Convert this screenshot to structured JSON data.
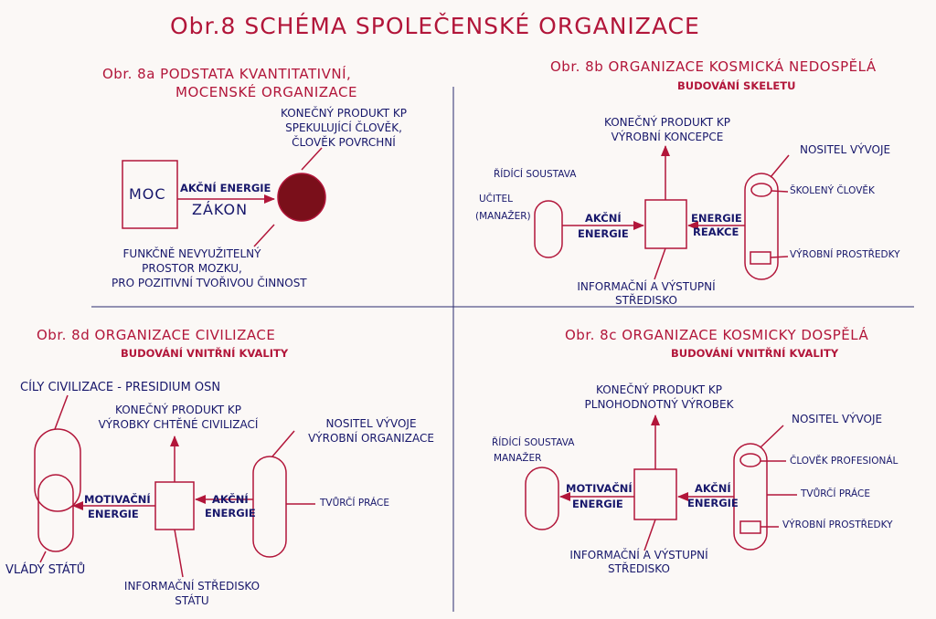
{
  "title": "Obr.8 SCHÉMA SPOLEČENSKÉ ORGANIZACE",
  "colors": {
    "accent_red": "#b2163a",
    "text_blue": "#17176b",
    "divider": "#2a2a6e",
    "dark_circle": "#7a0f1a"
  },
  "panel_a": {
    "heading_line1": "Obr. 8a PODSTATA KVANTITATIVNÍ,",
    "heading_line2": "MOCENSKÉ ORGANIZACE",
    "box_label": "MOC",
    "arrow_label": "AKČNÍ ENERGIE",
    "arrow_sublabel": "ZÁKON",
    "product_line1": "KONEČNÝ PRODUKT KP",
    "product_line2": "SPEKULUJÍCÍ ČLOVĚK,",
    "product_line3": "ČLOVĚK POVRCHNÍ",
    "note_line1": "FUNKČNĚ NEVYUŽITELNÝ",
    "note_line2": "PROSTOR MOZKU,",
    "note_line3": "PRO POZITIVNÍ TVOŘIVOU ČINNOST"
  },
  "panel_b": {
    "heading": "Obr. 8b ORGANIZACE KOSMICKÁ NEDOSPĚLÁ",
    "subheading": "BUDOVÁNÍ SKELETU",
    "product_line1": "KONEČNÝ PRODUKT KP",
    "product_line2": "VÝROBNÍ KONCEPCE",
    "control_label": "ŘÍDÍCÍ SOUSTAVA",
    "teacher_line1": "UČITEL",
    "teacher_line2": "(MANAŽER)",
    "action_line1": "AKČNÍ",
    "action_line2": "ENERGIE",
    "reaction_line1": "ENERGIE",
    "reaction_line2": "REAKCE",
    "carrier_label": "NOSITEL VÝVOJE",
    "trained_label": "ŠKOLENÝ ČLOVĚK",
    "means_label": "VÝROBNÍ PROSTŘEDKY",
    "center_line1": "INFORMAČNÍ A VÝSTUPNÍ",
    "center_line2": "STŘEDISKO"
  },
  "panel_d": {
    "heading": "Obr. 8d ORGANIZACE CIVILIZACE",
    "subheading": "BUDOVÁNÍ VNITŘNÍ KVALITY",
    "goals_label": "CÍLY CIVILIZACE - PRESIDIUM OSN",
    "product_line1": "KONEČNÝ PRODUKT KP",
    "product_line2": "VÝROBKY CHTĚNÉ CIVILIZACÍ",
    "carrier_line1": "NOSITEL VÝVOJE",
    "carrier_line2": "VÝROBNÍ ORGANIZACE",
    "motivation_line1": "MOTIVAČNÍ",
    "motivation_line2": "ENERGIE",
    "action_line1": "AKČNÍ",
    "action_line2": "ENERGIE",
    "creative_label": "TVŮRČÍ PRÁCE",
    "states_label": "VLÁDY STÁTŮ",
    "center_line1": "INFORMAČNÍ STŘEDISKO",
    "center_line2": "STÁTU"
  },
  "panel_c": {
    "heading": "Obr. 8c ORGANIZACE KOSMICKY DOSPĚLÁ",
    "subheading": "BUDOVÁNÍ VNITŘNÍ KVALITY",
    "product_line1": "KONEČNÝ PRODUKT KP",
    "product_line2": "PLNOHODNOTNÝ VÝROBEK",
    "control_line1": "ŘÍDÍCÍ SOUSTAVA",
    "control_line2": "MANAŽER",
    "carrier_label": "NOSITEL VÝVOJE",
    "professional_label": "ČLOVĚK PROFESIONÁL",
    "motivation_line1": "MOTIVAČNÍ",
    "motivation_line2": "ENERGIE",
    "action_line1": "AKČNÍ",
    "action_line2": "ENERGIE",
    "creative_label": "TVŮRČÍ PRÁCE",
    "means_label": "VÝROBNÍ PROSTŘEDKY",
    "center_line1": "INFORMAČNÍ A VÝSTUPNÍ",
    "center_line2": "STŘEDISKO"
  }
}
